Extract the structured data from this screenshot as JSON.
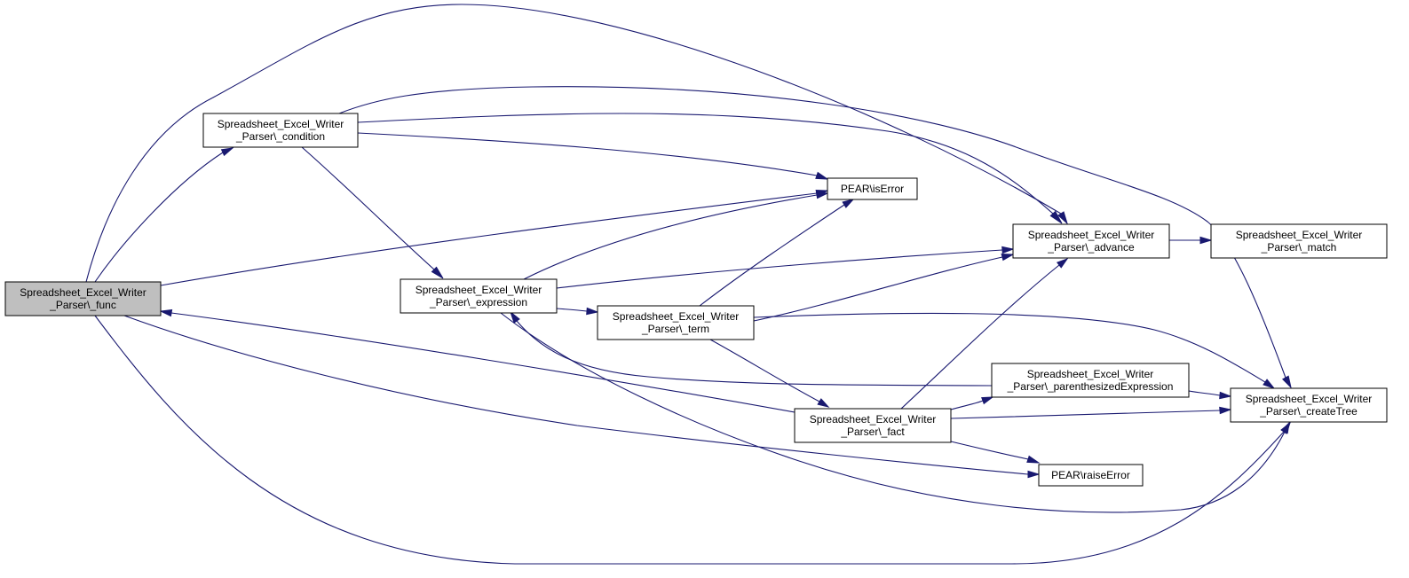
{
  "graph": {
    "colors": {
      "edge": "#191970",
      "node_fill": "#ffffff",
      "highlight_fill": "#bfbfbf",
      "node_border": "#000000",
      "text": "#000000"
    },
    "nodes": [
      {
        "id": "func",
        "lines": [
          "Spreadsheet_Excel_Writer",
          "_Parser\\_func"
        ],
        "highlighted": true
      },
      {
        "id": "condition",
        "lines": [
          "Spreadsheet_Excel_Writer",
          "_Parser\\_condition"
        ],
        "highlighted": false
      },
      {
        "id": "expression",
        "lines": [
          "Spreadsheet_Excel_Writer",
          "_Parser\\_expression"
        ],
        "highlighted": false
      },
      {
        "id": "term",
        "lines": [
          "Spreadsheet_Excel_Writer",
          "_Parser\\_term"
        ],
        "highlighted": false
      },
      {
        "id": "fact",
        "lines": [
          "Spreadsheet_Excel_Writer",
          "_Parser\\_fact"
        ],
        "highlighted": false
      },
      {
        "id": "isError",
        "lines": [
          "PEAR\\isError"
        ],
        "highlighted": false
      },
      {
        "id": "raiseError",
        "lines": [
          "PEAR\\raiseError"
        ],
        "highlighted": false
      },
      {
        "id": "advance",
        "lines": [
          "Spreadsheet_Excel_Writer",
          "_Parser\\_advance"
        ],
        "highlighted": false
      },
      {
        "id": "match",
        "lines": [
          "Spreadsheet_Excel_Writer",
          "_Parser\\_match"
        ],
        "highlighted": false
      },
      {
        "id": "parenthesized",
        "lines": [
          "Spreadsheet_Excel_Writer",
          "_Parser\\_parenthesizedExpression"
        ],
        "highlighted": false
      },
      {
        "id": "createTree",
        "lines": [
          "Spreadsheet_Excel_Writer",
          "_Parser\\_createTree"
        ],
        "highlighted": false
      }
    ],
    "edges": [
      {
        "from": "func",
        "to": "condition"
      },
      {
        "from": "func",
        "to": "advance"
      },
      {
        "from": "func",
        "to": "isError"
      },
      {
        "from": "func",
        "to": "raiseError"
      },
      {
        "from": "func",
        "to": "createTree"
      },
      {
        "from": "condition",
        "to": "expression"
      },
      {
        "from": "condition",
        "to": "isError"
      },
      {
        "from": "condition",
        "to": "advance"
      },
      {
        "from": "condition",
        "to": "createTree"
      },
      {
        "from": "expression",
        "to": "isError"
      },
      {
        "from": "expression",
        "to": "advance"
      },
      {
        "from": "expression",
        "to": "term"
      },
      {
        "from": "expression",
        "to": "createTree"
      },
      {
        "from": "term",
        "to": "isError"
      },
      {
        "from": "term",
        "to": "advance"
      },
      {
        "from": "term",
        "to": "createTree"
      },
      {
        "from": "term",
        "to": "fact"
      },
      {
        "from": "fact",
        "to": "func"
      },
      {
        "from": "fact",
        "to": "advance"
      },
      {
        "from": "fact",
        "to": "parenthesized"
      },
      {
        "from": "fact",
        "to": "createTree"
      },
      {
        "from": "fact",
        "to": "raiseError"
      },
      {
        "from": "parenthesized",
        "to": "expression"
      },
      {
        "from": "parenthesized",
        "to": "createTree"
      },
      {
        "from": "advance",
        "to": "match"
      }
    ]
  }
}
